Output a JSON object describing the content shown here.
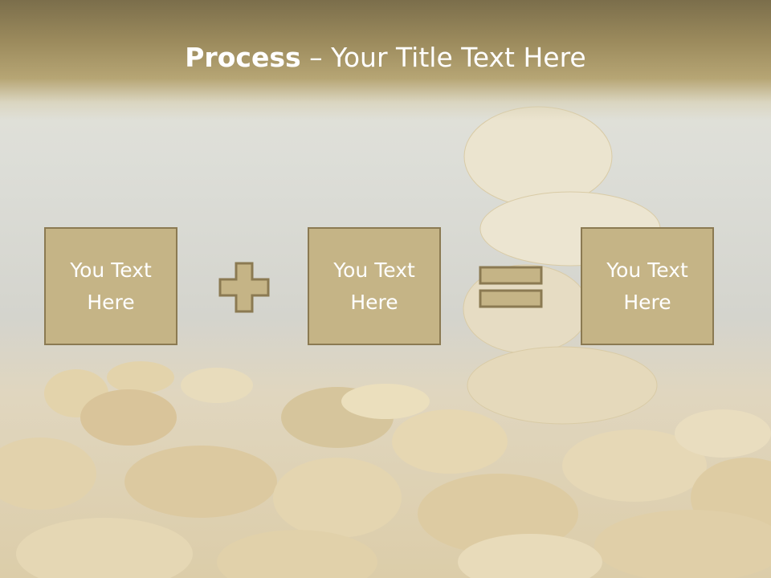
{
  "slide": {
    "title_bold": "Process",
    "title_rest": " – Your Title Text Here",
    "boxes": [
      {
        "label": "You Text Here"
      },
      {
        "label": "You Text Here"
      },
      {
        "label": "You Text Here"
      }
    ],
    "operators": [
      "plus-icon",
      "equals-icon"
    ],
    "colors": {
      "box_fill": "#c5b486",
      "box_border": "#8b7a52",
      "title_band": "#9c8b5d",
      "text": "#ffffff"
    }
  }
}
